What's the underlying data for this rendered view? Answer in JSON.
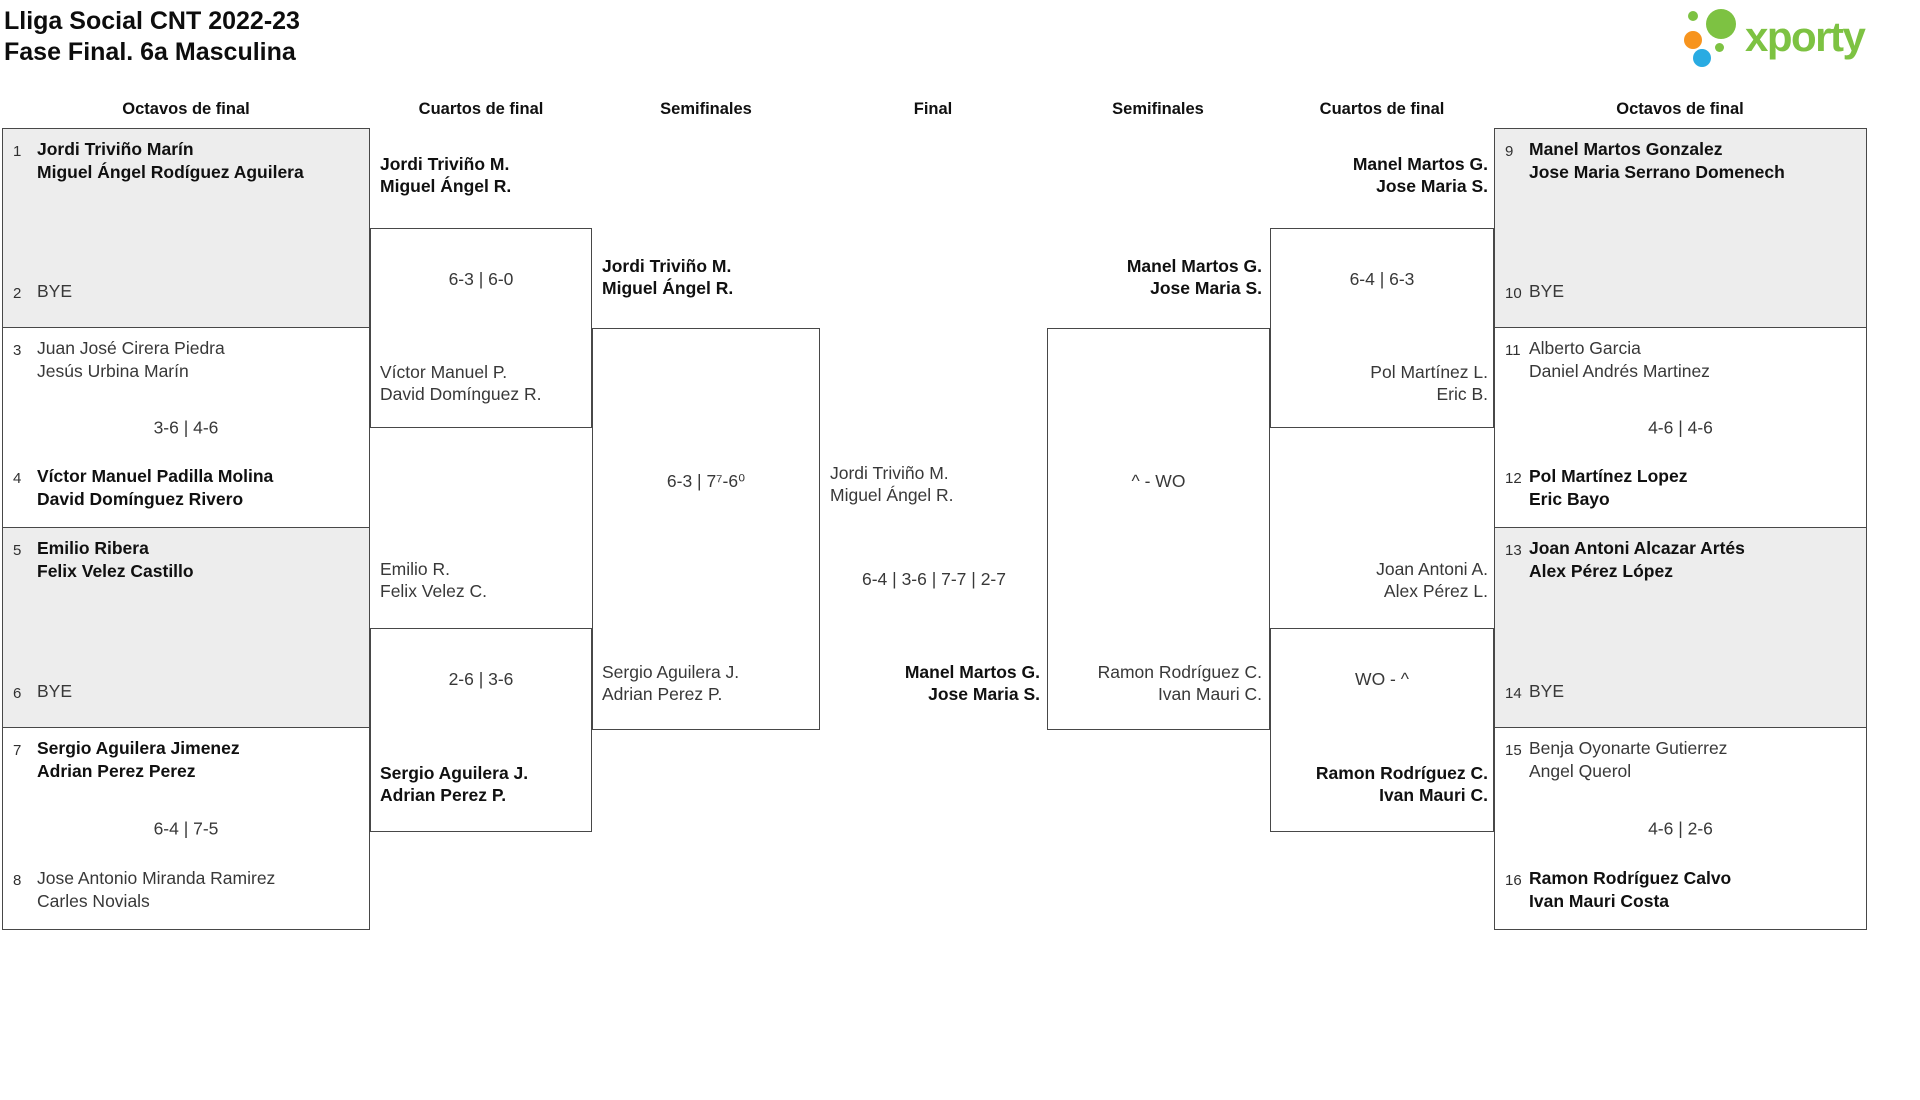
{
  "title": {
    "line1": "Lliga Social CNT 2022-23",
    "line2": "Fase Final. 6a Masculina"
  },
  "logo": {
    "brand": "xporty"
  },
  "round_headers": [
    "Octavos de final",
    "Cuartos de final",
    "Semifinales",
    "Final",
    "Semifinales",
    "Cuartos de final",
    "Octavos de final"
  ],
  "r16": [
    {
      "seed_a": "1",
      "a1": "Jordi Triviño Marín",
      "a2": "Miguel Ángel Rodíguez Aguilera",
      "score": "",
      "seed_b": "2",
      "b1": "BYE",
      "b2": "",
      "winner": "a"
    },
    {
      "seed_a": "3",
      "a1": "Juan José Cirera Piedra",
      "a2": "Jesús Urbina Marín",
      "score": "3-6 | 4-6",
      "seed_b": "4",
      "b1": "Víctor Manuel Padilla Molina",
      "b2": "David Domínguez Rivero",
      "winner": "b"
    },
    {
      "seed_a": "5",
      "a1": "Emilio Ribera",
      "a2": "Felix Velez Castillo",
      "score": "",
      "seed_b": "6",
      "b1": "BYE",
      "b2": "",
      "winner": "a"
    },
    {
      "seed_a": "7",
      "a1": "Sergio Aguilera Jimenez",
      "a2": "Adrian Perez Perez",
      "score": "6-4 | 7-5",
      "seed_b": "8",
      "b1": "Jose Antonio Miranda Ramirez",
      "b2": "Carles Novials",
      "winner": "a"
    },
    {
      "seed_a": "9",
      "a1": "Manel Martos Gonzalez",
      "a2": "Jose Maria Serrano Domenech",
      "score": "",
      "seed_b": "10",
      "b1": "BYE",
      "b2": "",
      "winner": "a"
    },
    {
      "seed_a": "11",
      "a1": "Alberto Garcia",
      "a2": "Daniel Andrés Martinez",
      "score": "4-6 | 4-6",
      "seed_b": "12",
      "b1": "Pol Martínez Lopez",
      "b2": "Eric Bayo",
      "winner": "b"
    },
    {
      "seed_a": "13",
      "a1": "Joan Antoni Alcazar Artés",
      "a2": "Alex Pérez López",
      "score": "",
      "seed_b": "14",
      "b1": "BYE",
      "b2": "",
      "winner": "a"
    },
    {
      "seed_a": "15",
      "a1": "Benja Oyonarte Gutierrez",
      "a2": "Angel Querol",
      "score": "4-6 | 2-6",
      "seed_b": "16",
      "b1": "Ramon Rodríguez Calvo",
      "b2": "Ivan Mauri Costa",
      "winner": "b"
    }
  ],
  "quarterfinals": [
    {
      "t1a": "Jordi Triviño M.",
      "t1b": "Miguel Ángel R.",
      "score": "6-3 | 6-0",
      "t2a": "Víctor Manuel P.",
      "t2b": "David Domínguez R.",
      "winner": "1"
    },
    {
      "t1a": "Emilio R.",
      "t1b": "Felix Velez C.",
      "score": "2-6 | 3-6",
      "t2a": "Sergio Aguilera J.",
      "t2b": "Adrian Perez P.",
      "winner": "2"
    },
    {
      "t1a": "Manel Martos G.",
      "t1b": "Jose Maria S.",
      "score": "6-4 | 6-3",
      "t2a": "Pol Martínez L.",
      "t2b": "Eric B.",
      "winner": "1"
    },
    {
      "t1a": "Joan Antoni A.",
      "t1b": "Alex Pérez L.",
      "score": "WO - ^",
      "t2a": "Ramon Rodríguez C.",
      "t2b": "Ivan Mauri C.",
      "winner": "2"
    }
  ],
  "semifinals": [
    {
      "t1a": "Jordi Triviño M.",
      "t1b": "Miguel Ángel R.",
      "score": "6-3 | 7⁷-6⁰",
      "t2a": "Sergio Aguilera J.",
      "t2b": "Adrian Perez P.",
      "winner": "1"
    },
    {
      "t1a": "Manel Martos G.",
      "t1b": "Jose Maria S.",
      "score": "^ - WO",
      "t2a": "Ramon Rodríguez C.",
      "t2b": "Ivan Mauri C.",
      "winner": "1"
    }
  ],
  "final": {
    "t1a": "Jordi Triviño M.",
    "t1b": "Miguel Ángel R.",
    "score": "6-4 | 3-6 | 7-7 | 2-7",
    "t2a": "Manel Martos G.",
    "t2b": "Jose Maria S.",
    "winner": "2"
  },
  "colors": {
    "accent_green": "#7dc242",
    "accent_orange": "#f7941e",
    "accent_blue": "#29abe2",
    "line": "#484848",
    "shaded_box": "#ededed"
  }
}
